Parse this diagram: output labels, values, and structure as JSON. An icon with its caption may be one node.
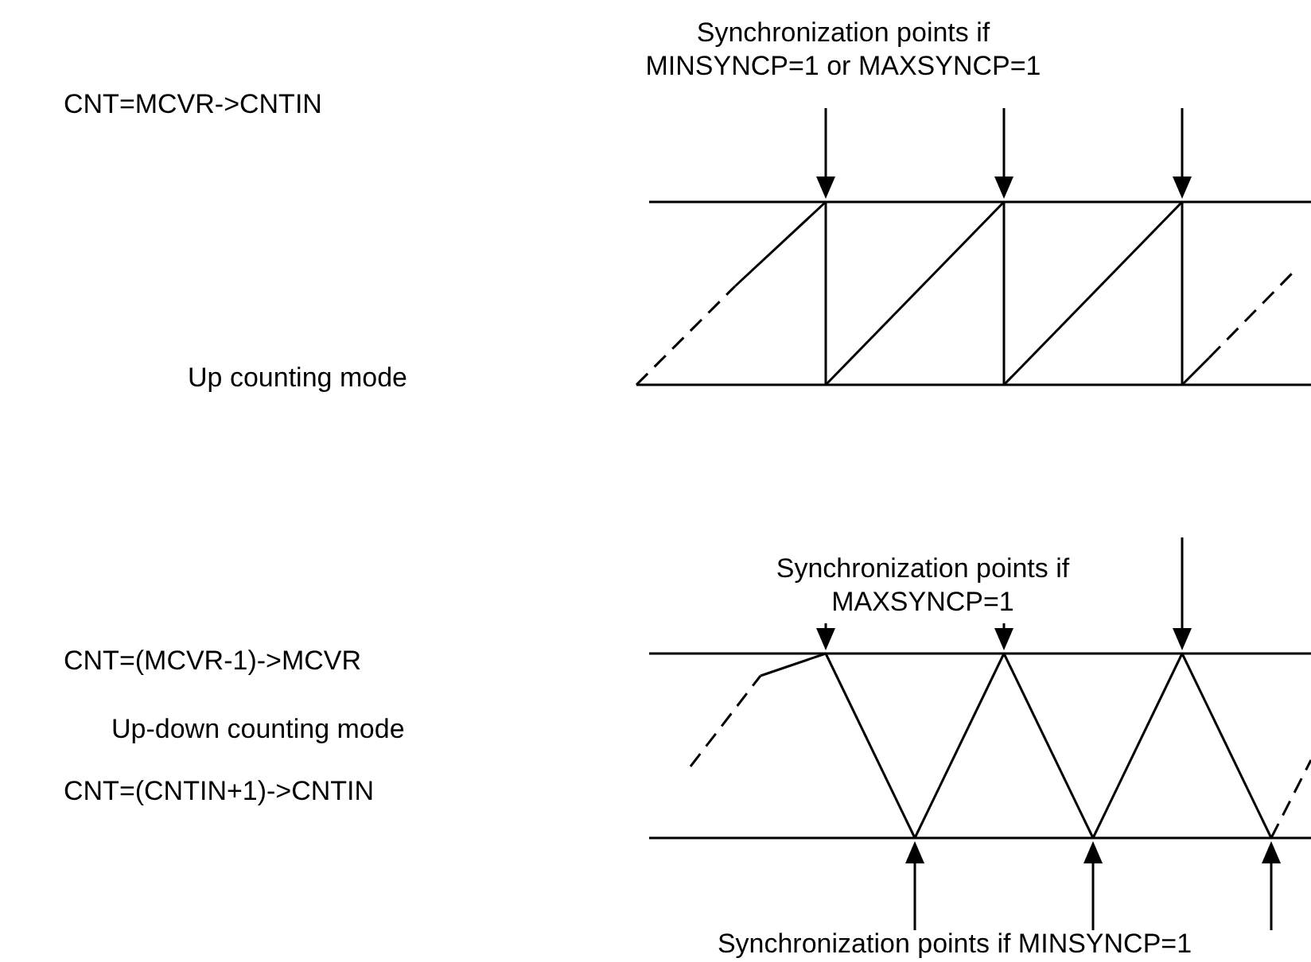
{
  "diagram": {
    "labels": [
      "Synchronization points if MINSYNCP=1 or MAXSYNCP=1",
      "CNT=MCVR->CNTIN",
      "Up counting mode",
      "Synchronization points if MAXSYNCP=1",
      "CNT=(MCVR-1)->MCVR",
      "Up-down counting mode",
      "CNT=(CNTIN+1)->CNTIN",
      "Synchronization points if MINSYNCP=1"
    ]
  }
}
